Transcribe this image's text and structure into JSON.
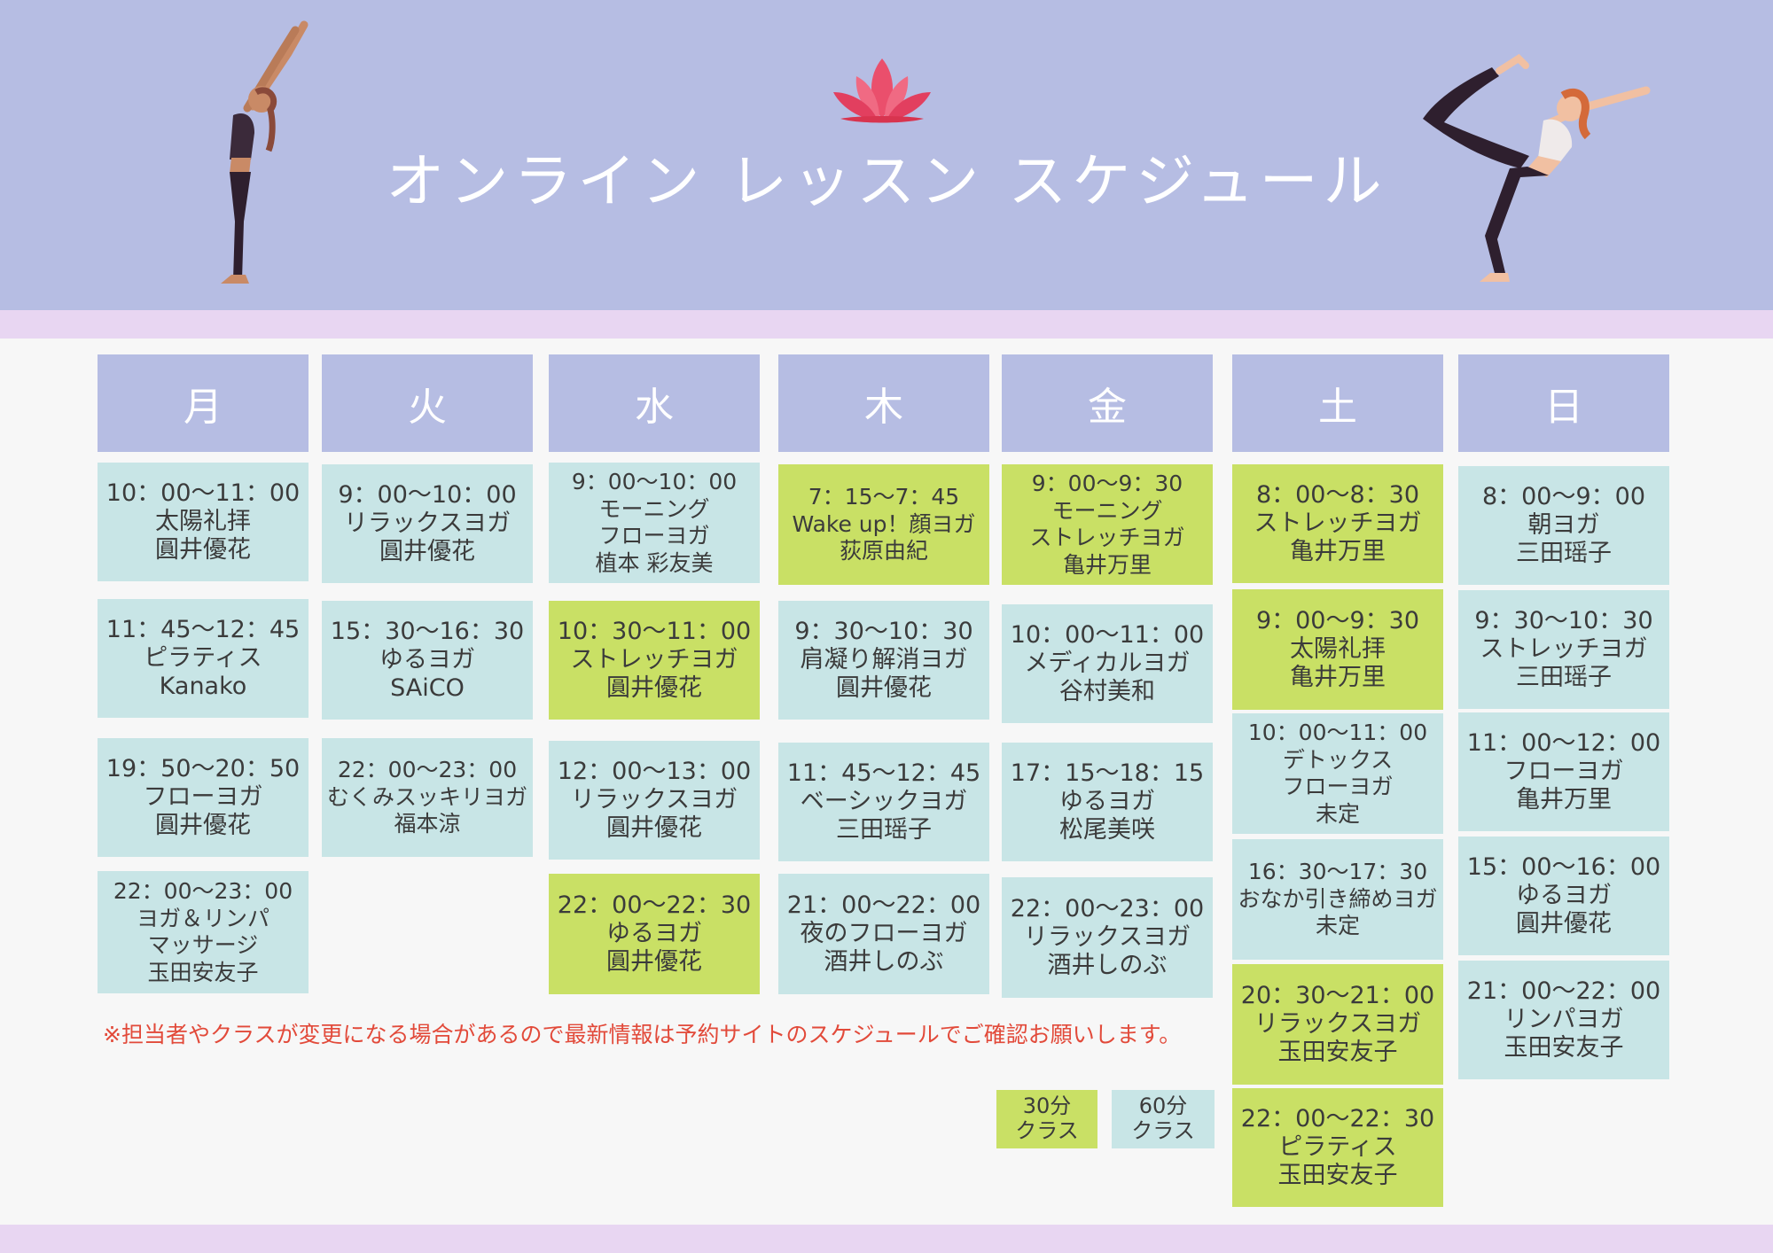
{
  "title": "オンライン レッスン スケジュール",
  "colors": {
    "header": "#b6bde3",
    "band": "#e8d6f2",
    "class_60": "#c8e5e6",
    "class_30": "#c9e065",
    "note": "#e24a3a",
    "lotus": "#ea4f6c"
  },
  "icons": [
    "lotus-icon",
    "yoga-pose-standing-backbend-illustration",
    "yoga-pose-dancer-illustration"
  ],
  "days": [
    {
      "label": "月",
      "classes": [
        {
          "time": "10：00〜11：00",
          "name": "太陽礼拝",
          "teacher": "圓井優花",
          "kind": "60"
        },
        {
          "time": "11：45〜12：45",
          "name": "ピラティス",
          "teacher": "Kanako",
          "kind": "60"
        },
        {
          "time": "19：50〜20：50",
          "name": "フローヨガ",
          "teacher": "圓井優花",
          "kind": "60"
        },
        {
          "time": "22：00〜23：00",
          "name": "ヨガ＆リンパ",
          "name2": "マッサージ",
          "teacher": "玉田安友子",
          "kind": "60"
        }
      ]
    },
    {
      "label": "火",
      "classes": [
        {
          "time": "9：00〜10：00",
          "name": "リラックスヨガ",
          "teacher": "圓井優花",
          "kind": "60"
        },
        {
          "time": "15：30〜16：30",
          "name": "ゆるヨガ",
          "teacher": "SAiCO",
          "kind": "60"
        },
        {
          "time": "22：00〜23：00",
          "name": "むくみスッキリヨガ",
          "teacher": "福本涼",
          "kind": "60"
        }
      ]
    },
    {
      "label": "水",
      "classes": [
        {
          "time": "9：00〜10：00",
          "name": "モーニング",
          "name2": "フローヨガ",
          "teacher": "植本 彩友美",
          "kind": "60"
        },
        {
          "time": "10：30〜11：00",
          "name": "ストレッチヨガ",
          "teacher": "圓井優花",
          "kind": "30"
        },
        {
          "time": "12：00〜13：00",
          "name": "リラックスヨガ",
          "teacher": "圓井優花",
          "kind": "60"
        },
        {
          "time": "22：00〜22：30",
          "name": "ゆるヨガ",
          "teacher": "圓井優花",
          "kind": "30"
        }
      ]
    },
    {
      "label": "木",
      "classes": [
        {
          "time": "7：15〜7：45",
          "name": "Wake up！顔ヨガ",
          "teacher": "荻原由紀",
          "kind": "30"
        },
        {
          "time": "9：30〜10：30",
          "name": "肩凝り解消ヨガ",
          "teacher": "圓井優花",
          "kind": "60"
        },
        {
          "time": "11：45〜12：45",
          "name": "ベーシックヨガ",
          "teacher": "三田瑶子",
          "kind": "60"
        },
        {
          "time": "21：00〜22：00",
          "name": "夜のフローヨガ",
          "teacher": "酒井しのぶ",
          "kind": "60"
        }
      ]
    },
    {
      "label": "金",
      "classes": [
        {
          "time": "9：00〜9：30",
          "name": "モーニング",
          "name2": "ストレッチヨガ",
          "teacher": "亀井万里",
          "kind": "30"
        },
        {
          "time": "10：00〜11：00",
          "name": "メディカルヨガ",
          "teacher": "谷村美和",
          "kind": "60"
        },
        {
          "time": "17：15〜18：15",
          "name": "ゆるヨガ",
          "teacher": "松尾美咲",
          "kind": "60"
        },
        {
          "time": "22：00〜23：00",
          "name": "リラックスヨガ",
          "teacher": "酒井しのぶ",
          "kind": "60"
        }
      ]
    },
    {
      "label": "土",
      "classes": [
        {
          "time": "8：00〜8：30",
          "name": "ストレッチヨガ",
          "teacher": "亀井万里",
          "kind": "30"
        },
        {
          "time": "9：00〜9：30",
          "name": "太陽礼拝",
          "teacher": "亀井万里",
          "kind": "30"
        },
        {
          "time": "10：00〜11：00",
          "name": "デトックス",
          "name2": "フローヨガ",
          "teacher": "未定",
          "kind": "60"
        },
        {
          "time": "16：30〜17：30",
          "name": "おなか引き締めヨガ",
          "teacher": "未定",
          "kind": "60"
        },
        {
          "time": "20：30〜21：00",
          "name": "リラックスヨガ",
          "teacher": "玉田安友子",
          "kind": "30"
        },
        {
          "time": "22：00〜22：30",
          "name": "ピラティス",
          "teacher": "玉田安友子",
          "kind": "30"
        }
      ]
    },
    {
      "label": "日",
      "classes": [
        {
          "time": "8：00〜9：00",
          "name": "朝ヨガ",
          "teacher": "三田瑶子",
          "kind": "60"
        },
        {
          "time": "9：30〜10：30",
          "name": "ストレッチヨガ",
          "teacher": "三田瑶子",
          "kind": "60"
        },
        {
          "time": "11：00〜12：00",
          "name": "フローヨガ",
          "teacher": "亀井万里",
          "kind": "60"
        },
        {
          "time": "15：00〜16：00",
          "name": "ゆるヨガ",
          "teacher": "圓井優花",
          "kind": "60"
        },
        {
          "time": "21：00〜22：00",
          "name": "リンパヨガ",
          "teacher": "玉田安友子",
          "kind": "60"
        }
      ]
    }
  ],
  "note": "※担当者やクラスが変更になる場合があるので最新情報は予約サイトのスケジュールでご確認お願いします。",
  "legend": [
    {
      "line1": "30分",
      "line2": "クラス",
      "kind": "30"
    },
    {
      "line1": "60分",
      "line2": "クラス",
      "kind": "60"
    }
  ]
}
